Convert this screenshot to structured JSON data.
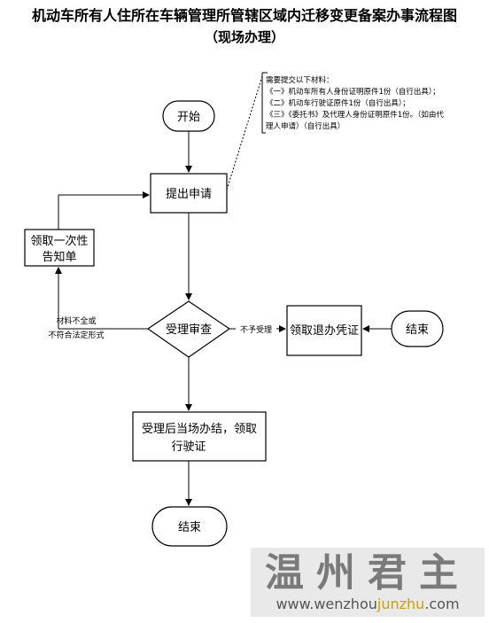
{
  "title": {
    "line1": "机动车所有人住所在车辆管理所管辖区域内迁移变更备案办事流程图",
    "line2": "（现场办理）"
  },
  "nodes": {
    "start": "开始",
    "submit": "提出申请",
    "review": "受理审查",
    "one_time_notice_line1": "领取一次性",
    "one_time_notice_line2": "告知单",
    "refund_receipt": "领取退办凭证",
    "end_right": "结束",
    "accept_line1": "受理后当场办结，领取",
    "accept_line2": "行驶证",
    "end_bottom": "结束"
  },
  "edges": {
    "incomplete_line1": "材料不全或",
    "incomplete_line2": "不符合法定形式",
    "not_accepted": "不予受理"
  },
  "note": {
    "heading": "需要提交以下材料：",
    "items": [
      "《一》机动车所有人身份证明原件1份（自行出具）；",
      "《二》机动车行驶证原件1份（自行出具）；",
      "《三》《委托书》及代理人身份证明原件1份。（如由代",
      "理人申请）（自行出具）"
    ]
  },
  "watermark": {
    "chars": "温州君主",
    "url_prefix": "www.wenzhou",
    "url_highlight": "junzhu",
    "url_suffix": ".com"
  }
}
